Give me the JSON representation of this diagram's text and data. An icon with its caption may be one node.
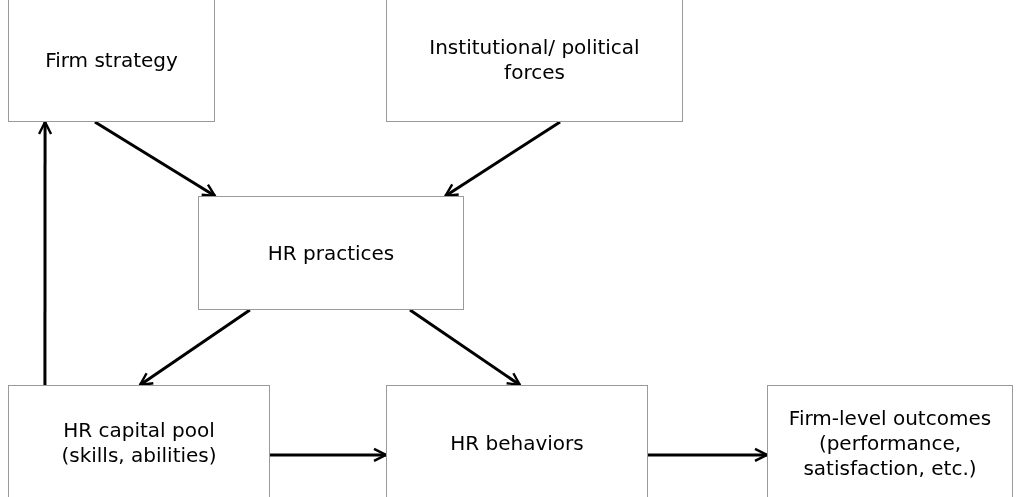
{
  "diagram": {
    "nodes": [
      {
        "text": [
          "Firm strategy"
        ]
      },
      {
        "text": [
          "Institutional/ political forces"
        ]
      },
      {
        "text": [
          "HR practices"
        ]
      },
      {
        "text": [
          "HR capital pool (skills, abilities)"
        ]
      },
      {
        "text": [
          "HR behaviors"
        ]
      },
      {
        "text": [
          "Firm-level outcomes (performance, satisfaction, etc.)"
        ]
      }
    ],
    "edges": [
      {
        "from": 0,
        "to": 2,
        "arrow": "to"
      },
      {
        "from": 1,
        "to": 2,
        "arrow": "to"
      },
      {
        "from": 2,
        "to": 3,
        "arrow": "to"
      },
      {
        "from": 2,
        "to": 4,
        "arrow": "to"
      },
      {
        "from": 3,
        "to": 4,
        "arrow": "to"
      },
      {
        "from": 4,
        "to": 5,
        "arrow": "to"
      },
      {
        "from": 3,
        "to": 0,
        "arrow": "to"
      }
    ]
  }
}
